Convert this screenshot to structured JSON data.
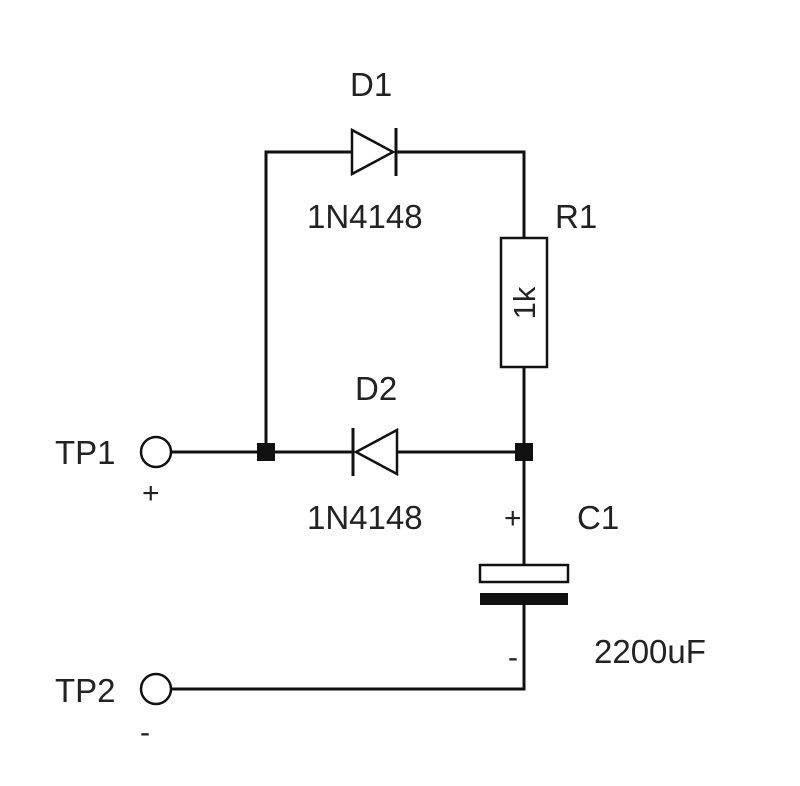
{
  "components": {
    "d1": {
      "ref": "D1",
      "part": "1N4148"
    },
    "d2": {
      "ref": "D2",
      "part": "1N4148"
    },
    "r1": {
      "ref": "R1",
      "value": "1k"
    },
    "c1": {
      "ref": "C1",
      "value": "2200uF",
      "plus": "+",
      "minus": "-"
    }
  },
  "test_points": {
    "tp1": {
      "label": "TP1",
      "polarity": "+"
    },
    "tp2": {
      "label": "TP2",
      "polarity": "-"
    }
  },
  "colors": {
    "ink": "#111111",
    "background": "#ffffff"
  }
}
